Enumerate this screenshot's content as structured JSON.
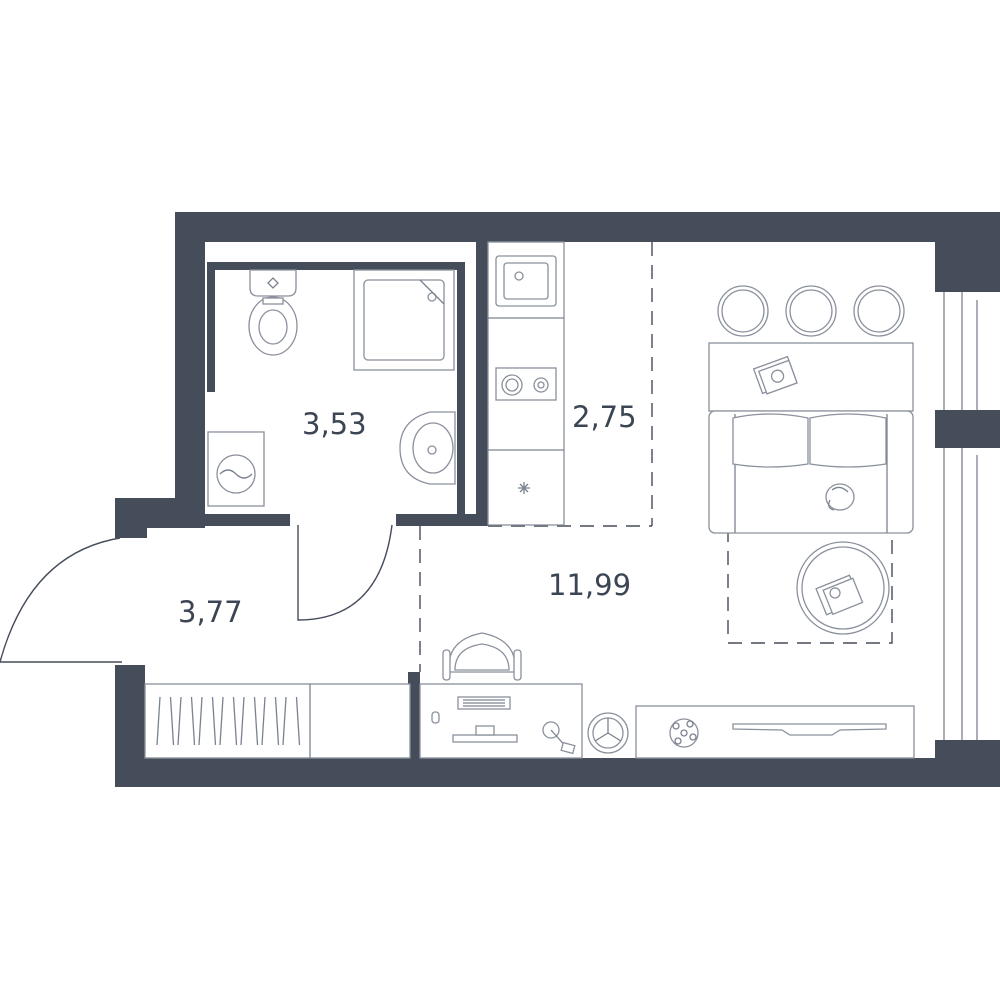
{
  "rooms": {
    "bathroom": {
      "area": "3,53"
    },
    "kitchen": {
      "area": "2,75"
    },
    "hallway": {
      "area": "3,77"
    },
    "living": {
      "area": "11,99"
    }
  },
  "colors": {
    "wall": "#454c5a",
    "line": "#7b8290",
    "background": "#ffffff"
  },
  "icons": [
    "toilet-icon",
    "shower-tray-icon",
    "sink-icon",
    "washing-machine-icon",
    "kitchen-sink-icon",
    "cooktop-icon",
    "fridge-icon",
    "bar-counter-icon",
    "bar-stool-icon",
    "sofa-icon",
    "coffee-table-icon",
    "cat-icon",
    "desk-icon",
    "desk-chair-icon",
    "keyboard-icon",
    "monitor-icon",
    "lamp-icon",
    "robot-vacuum-icon",
    "tv-stand-icon",
    "tv-icon",
    "plant-icon",
    "wardrobe-icon",
    "entrance-door-icon",
    "bathroom-door-icon",
    "window-icon"
  ]
}
